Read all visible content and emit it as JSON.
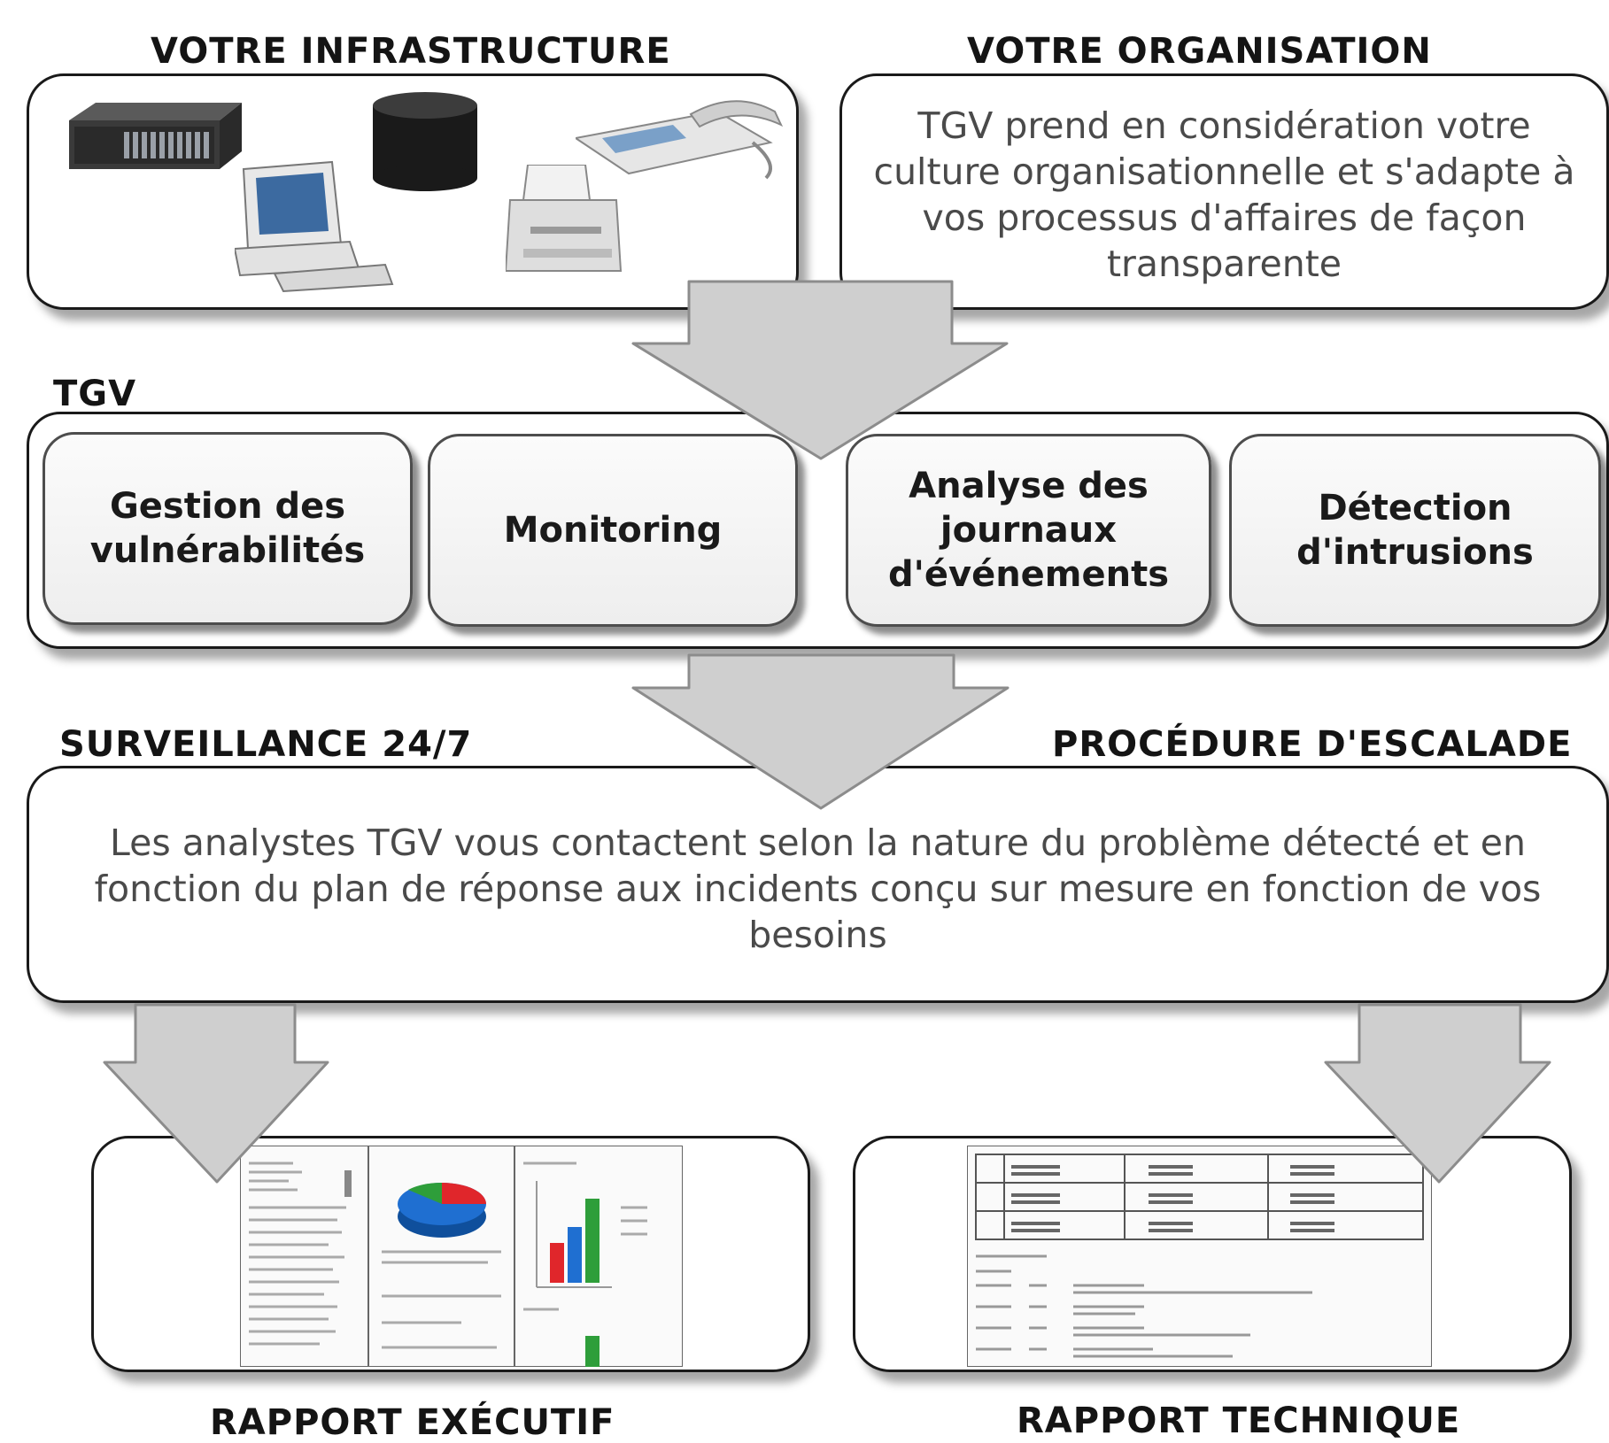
{
  "infrastructure": {
    "title": "VOTRE INFRASTRUCTURE",
    "devices": [
      "rack-server",
      "database-cylinder",
      "desktop-computer",
      "printer",
      "ip-phone"
    ]
  },
  "organisation": {
    "title": "VOTRE ORGANISATION",
    "description": "TGV prend en considération votre culture organisationnelle et s'adapte à vos processus d'affaires de façon transparente"
  },
  "tgv": {
    "title": "TGV",
    "modules": [
      "Gestion des vulnérabilités",
      "Monitoring",
      "Analyse des journaux d'événements",
      "Détection d'intrusions"
    ]
  },
  "surveillance": {
    "left_title": "SURVEILLANCE 24/7",
    "right_title": "PROCÉDURE D'ESCALADE",
    "description": "Les analystes TGV vous contactent selon la nature du problème détecté et en fonction du plan de réponse aux incidents conçu sur mesure en fonction de vos besoins"
  },
  "reports": {
    "executive_title": "RAPPORT EXÉCUTIF",
    "technical_title": "RAPPORT TECHNIQUE"
  },
  "colors": {
    "arrow_fill": "#cfcfcf",
    "arrow_stroke": "#8c8c8c",
    "pie_blue": "#1f6fd1",
    "pie_green": "#2e9e3a",
    "pie_red": "#e0262b"
  }
}
